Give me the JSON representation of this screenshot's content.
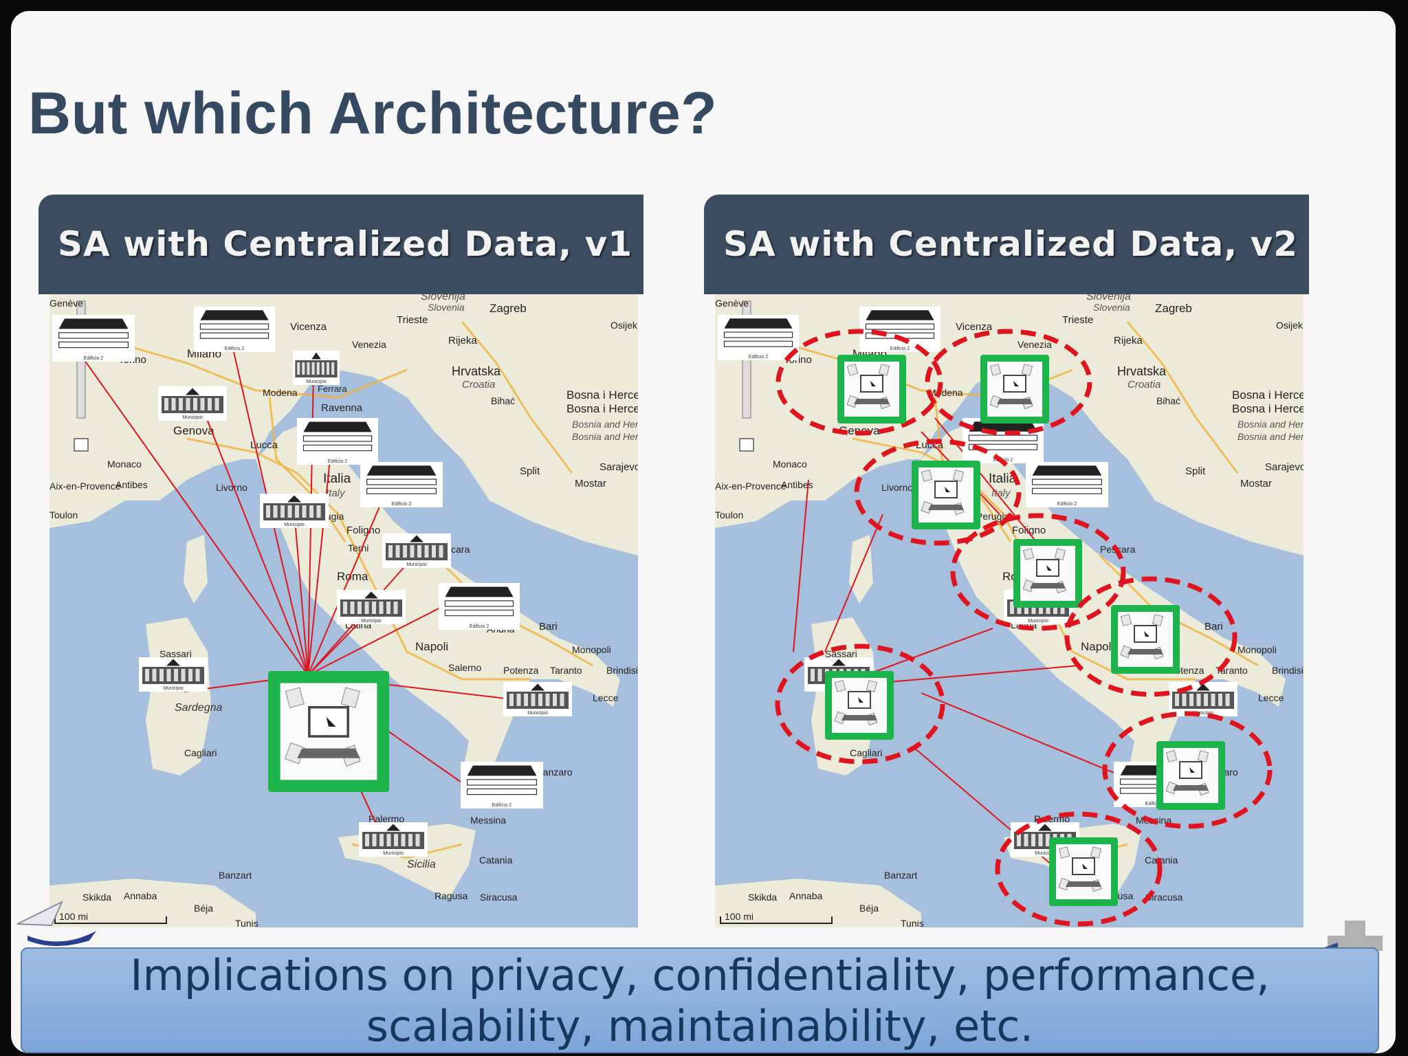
{
  "slide": {
    "title": "But which Architecture?",
    "banner_line1": "Implications on privacy, confidentiality, performance,",
    "banner_line2": "scalability, maintainability, etc."
  },
  "panels": [
    {
      "header": "SA with Centralized Data, v1",
      "scale_label": "100 mi"
    },
    {
      "header": "SA with Centralized Data, v2",
      "scale_label": "100 mi"
    }
  ],
  "map_labels": [
    "Genève",
    "Milano",
    "Vicenza",
    "Venezia",
    "Trieste",
    "Slovenija",
    "Slovenia",
    "Zagreb",
    "Rijeka",
    "Hrvatska",
    "Croatia",
    "Bihać",
    "Bosna i Hercegovina",
    "Bosnia and Herzegovina",
    "Sarajevo",
    "Split",
    "Mostar",
    "Torino",
    "Modena",
    "Ferrara",
    "Ravenna",
    "Genova",
    "Lucca",
    "Livorno",
    "Monaco",
    "Antibes",
    "Aix-en-Provence",
    "Toulon",
    "Italia",
    "Italy",
    "Perugia",
    "Foligno",
    "Terni",
    "Pescara",
    "Roma",
    "Latina",
    "Napoli",
    "Salerno",
    "Potenza",
    "Bari",
    "Andria",
    "Monopoli",
    "Brindisi",
    "Taranto",
    "Lecce",
    "Sassari",
    "Sardegna",
    "Cagliari",
    "Messina",
    "Catanzaro",
    "Palermo",
    "Sicilia",
    "Catania",
    "Ragusa",
    "Siracusa",
    "Banzart",
    "Skikda",
    "Annaba",
    "Béja",
    "Tunis",
    "Osijek"
  ],
  "icon_labels": {
    "school": "Edificio 2",
    "town_hall": "Municipio"
  },
  "colors": {
    "header_bg": "#3c4d61",
    "title": "#354a60",
    "connection": "#e0141e",
    "server_frame": "#1db54b",
    "cluster_ring": "#e0141e",
    "sea": "#a6bfdc",
    "land": "#ecebd9",
    "banner": "#8fb2e0"
  }
}
